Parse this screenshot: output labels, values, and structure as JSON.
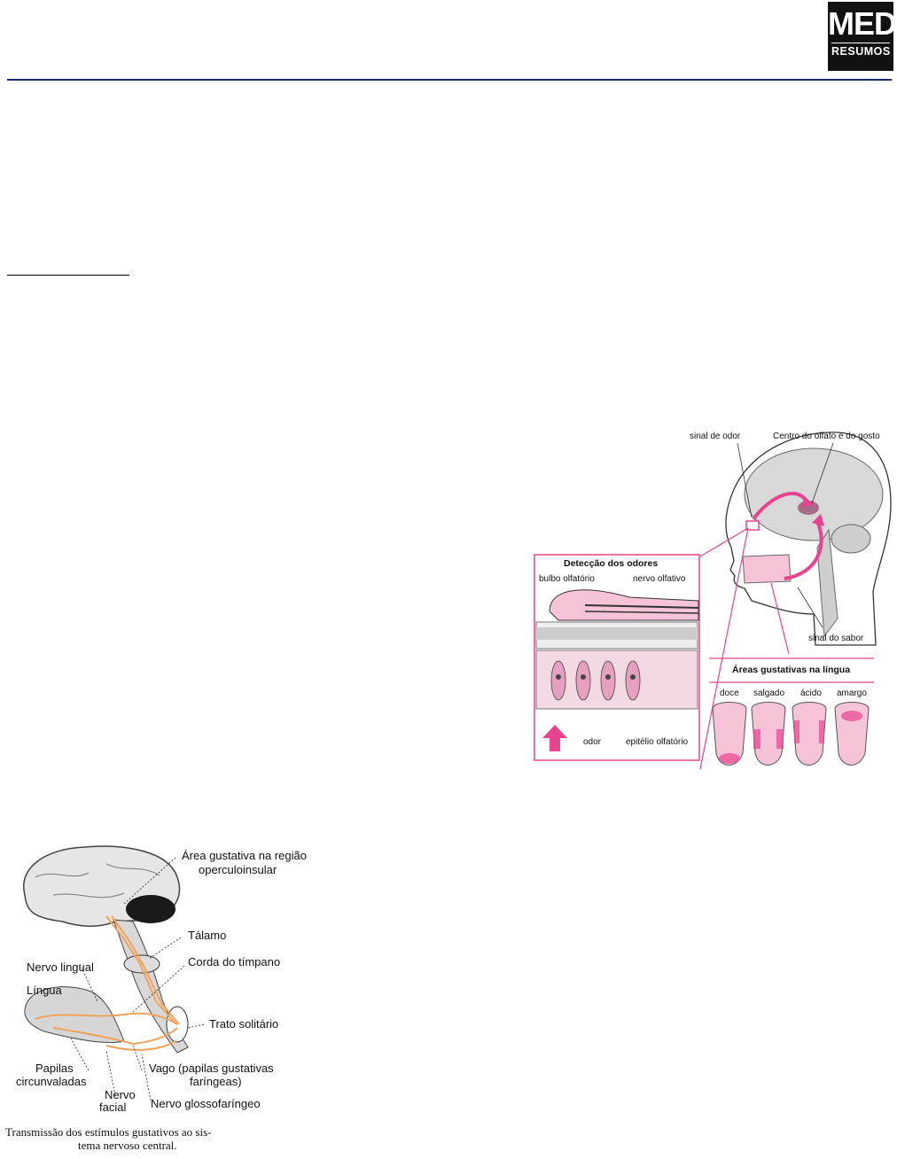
{
  "logo": {
    "line1": "MED",
    "line2": "RESUMOS"
  },
  "figure_olfato": {
    "labels": {
      "sinal_odor": "sinal de odor",
      "centro": "Centro do olfato e do gosto",
      "deteccao": "Detecção dos odores",
      "bulbo": "bulbo olfatório",
      "nervo_olf": "nervo olfativo",
      "sinal_sabor": "sinal do sabor",
      "areas": "Áreas gustativas na língua",
      "doce": "doce",
      "salgado": "salgado",
      "acido": "ácido",
      "amargo": "amargo",
      "odor": "odor",
      "epitelio": "epitélio olfatório"
    },
    "colors": {
      "accent": "#e8438f",
      "light": "#f6c3d8",
      "line": "#333333"
    }
  },
  "figure_gustativo": {
    "labels": {
      "area": "Área gustativa na região",
      "area2": "operculoinsular",
      "talamo": "Tálamo",
      "nervo_lingual": "Nervo lingual",
      "corda": "Corda do tímpano",
      "lingua": "Língua",
      "trato": "Trato solitário",
      "papilas1": "Papilas",
      "papilas2": "circunvaladas",
      "vago1": "Vago (papilas gustativas",
      "vago2": "faríngeas)",
      "nervo_facial1": "Nervo",
      "nervo_facial2": "facial",
      "glosso": "Nervo glossofaríngeo",
      "caption1": "Transmissão dos estímulos gustativos ao sis-",
      "caption2": "tema nervoso central."
    },
    "colors": {
      "nerve": "#f0a25a"
    }
  }
}
